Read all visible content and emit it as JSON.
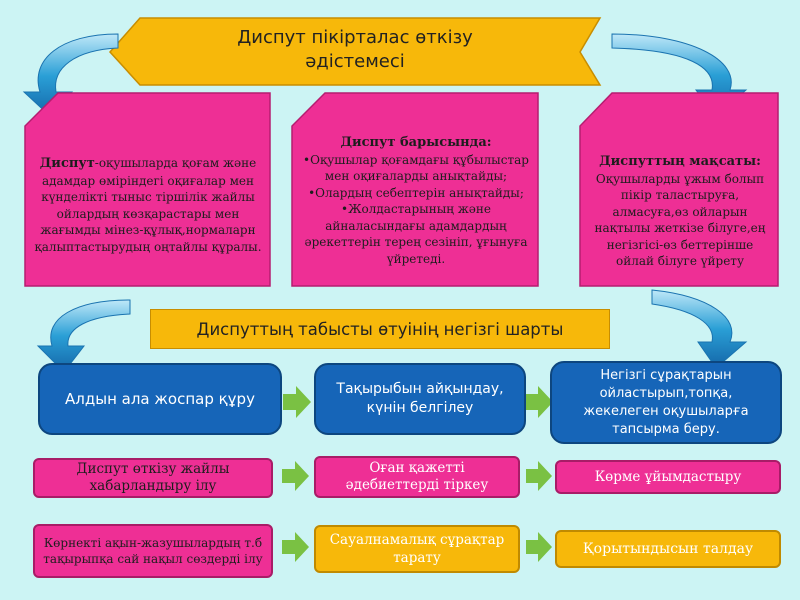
{
  "title_line1": "Диспут пікірталас өткізу",
  "title_line2": "әдістемесі",
  "box_left": {
    "bold": "Диспут",
    "text": "-оқушыларда қоғам және адамдар өміріндегі оқиғалар мен күнделікті тыныс тіршілік жайлы ойлардың көзқарастары мен жағымды мінез-құлық,нормаларн қалыптастырудың оңтайлы құралы."
  },
  "box_center": {
    "title": "Диспут барысында:",
    "bullets": [
      "•Оқушылар қоғамдағы құбылыстар мен оқиғаларды анықтайды;",
      "•Олардың себептерін анықтайды;",
      "•Жолдастарының және айналасындағы адамдардың әрекеттерін терең сезініп, ұғынуға үйретеді."
    ]
  },
  "box_right": {
    "title": "Диспуттың мақсаты:",
    "text": "Оқушыларды ұжым болып пікір таластыруға, алмасуға,өз ойларын нақтылы жеткізе білуге,ең негізгісі-өз беттерінше ойлай білуге үйрету"
  },
  "subtitle": "Диспуттың табысты өтуінің негізгі шарты",
  "row1": [
    "Алдын ала жоспар құру",
    "Тақырыбын айқындау, күнін белгілеу",
    "Негізгі сұрақтарын ойластырып,топқа, жекелеген оқушыларға тапсырма беру."
  ],
  "row2": [
    "Диспут өткізу жайлы хабарландыру ілу",
    "Оған қажетті әдебиеттерді тіркеу",
    "Көрме ұйымдастыру"
  ],
  "row3": [
    "Көрнекті ақын-жазушылардың т.б тақырыпқа сай нақыл сөздерді ілу",
    "Сауалнамалық сұрақтар тарату",
    "Қорытындысын талдау"
  ],
  "colors": {
    "background": "#ccf4f4",
    "banner": "#f7b80a",
    "pink": "#ee2f95",
    "blue": "#1665b8",
    "arrow_green": "#7ac143",
    "curve_blue": "#2a9fd6"
  }
}
